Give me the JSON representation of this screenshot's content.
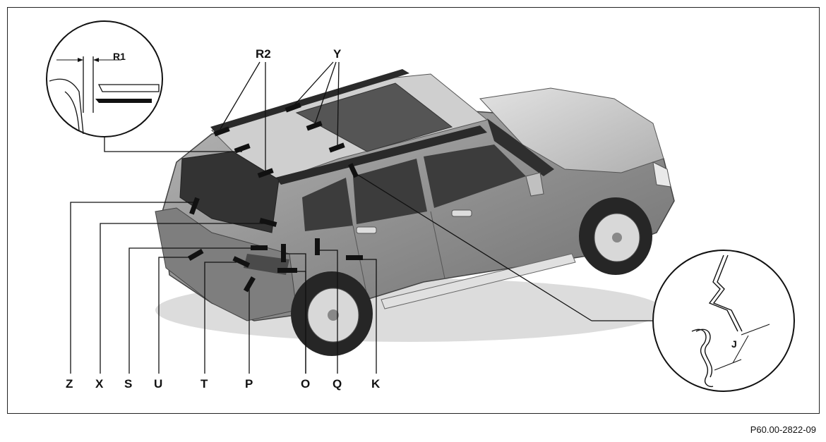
{
  "labels": {
    "r1": "R1",
    "r2": "R2",
    "y": "Y",
    "j": "J",
    "bottom": [
      "Z",
      "X",
      "S",
      "U",
      "T",
      "P",
      "O",
      "Q",
      "K"
    ]
  },
  "figure_code": "P60.00-2822-09",
  "colors": {
    "body": "#9a9a9a",
    "body_light": "#c8c8c8",
    "glass": "#3a3a3a",
    "tire": "#2a2a2a",
    "marker": "#111111"
  }
}
